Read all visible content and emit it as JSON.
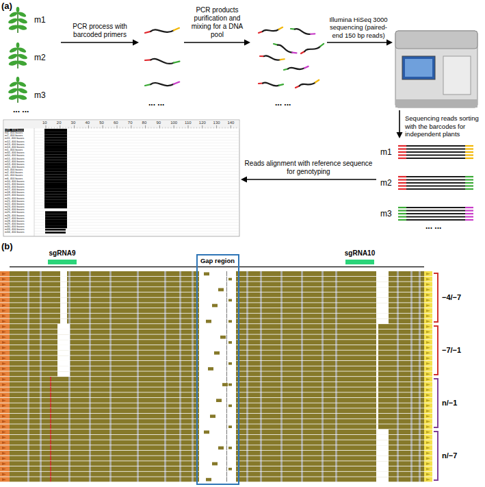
{
  "diagram": {
    "nodes": [
      {
        "text": [
          "m1",
          "m2",
          "m3",
          "... ..."
        ]
      },
      {
        "text": [
          "... ..."
        ]
      },
      {
        "text": [
          "... ..."
        ]
      },
      {
        "text": [
          "m1",
          "m2",
          "m3",
          "... ..."
        ]
      },
      {
        "text": [
          "10",
          "20",
          "30",
          "40",
          "50",
          "60",
          "70",
          "80",
          "90",
          "100",
          "110",
          "120",
          "130",
          "140",
          "m31, 400 bases",
          "m4, 400 bases",
          "m7, 400 bases",
          "m11, 400 bases",
          "m12, 400 bases",
          "m13, 400 bases",
          "m14, 400 bases",
          "m1, 400 bases",
          "m32, 400 bases",
          "m50, 400 bases",
          "m51, 400 bases",
          "m52, 400 bases",
          "m53, 400 bases",
          "m55, 400 bases",
          "m3, 400 bases",
          "m2, 400 bases",
          "m5, 400 bases",
          "m6, 400 bases",
          "m10, 400 bases",
          "m15, 400 bases",
          "m16, 400 bases",
          "m17, 400 bases",
          "m18, 400 bases",
          "m19, 400 bases",
          "m20, 400 bases",
          "m21, 400 bases",
          "m22, 400 bases",
          "m23, 400 bases",
          "m24, 400 bases",
          "m25, 400 bases",
          "m26, 400 bases",
          "m27, 400 bases",
          "m28, 400 bases",
          "m29, 400 bases",
          "m30, 400 bases",
          "m33, 400 bases",
          "m34, 400 bases"
        ]
      },
      {
        "text": [
          "Gap region"
        ]
      }
    ],
    "edges": [
      {
        "from": 0,
        "to": 1,
        "arrow": "to",
        "label": "PCR process with barcoded primers"
      },
      {
        "from": 1,
        "to": 2,
        "arrow": "to",
        "label": "PCR products purification and mixing for a DNA pool"
      },
      {
        "from": 3,
        "to": 4,
        "arrow": "to",
        "label": "Reads alignment with reference sequence for genotyping"
      }
    ],
    "labels": [
      "(a)",
      "Illumina HiSeq 3000 sequencing (paired-end 150 bp reads)",
      "Sequencing reads sorting with the barcodes for independent plants",
      "(b)",
      "sgRNA9",
      "sgRNA10",
      "−4/−7",
      "−7/−1",
      "n/−1",
      "n/−7"
    ]
  }
}
